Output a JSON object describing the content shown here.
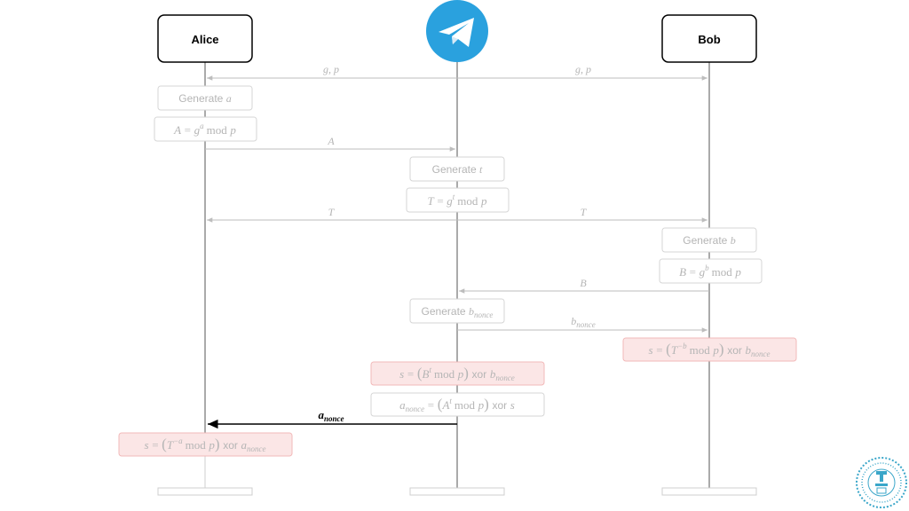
{
  "actors": {
    "alice": "Alice",
    "bob": "Bob"
  },
  "messages": {
    "g_p": "g, p",
    "A": "A",
    "T": "T",
    "B": "B",
    "b_nonce_base": "b",
    "a_nonce_base": "a",
    "nonce": "nonce"
  },
  "steps": {
    "generate": "Generate",
    "var_a": "a",
    "var_t": "t",
    "var_b": "b",
    "var_A": "A",
    "var_T": "T",
    "var_B": "B",
    "var_g": "g",
    "var_p": "p",
    "var_s": "s",
    "var_nb": "b",
    "var_na": "a",
    "nonce": "nonce",
    "mod": "mod",
    "xor": "xor",
    "eq": "=",
    "neg_a": "−a",
    "neg_b": "−b",
    "t_sup": "t"
  },
  "colors": {
    "pink_fill": "#fbe6e6",
    "pink_stroke": "#f2b9b9",
    "gray_text": "#a9a9a9",
    "telegram_blue": "#2aa1de"
  },
  "icons": {
    "logo": "telegram-logo-icon",
    "watermark": "circular-seal-watermark-icon"
  }
}
